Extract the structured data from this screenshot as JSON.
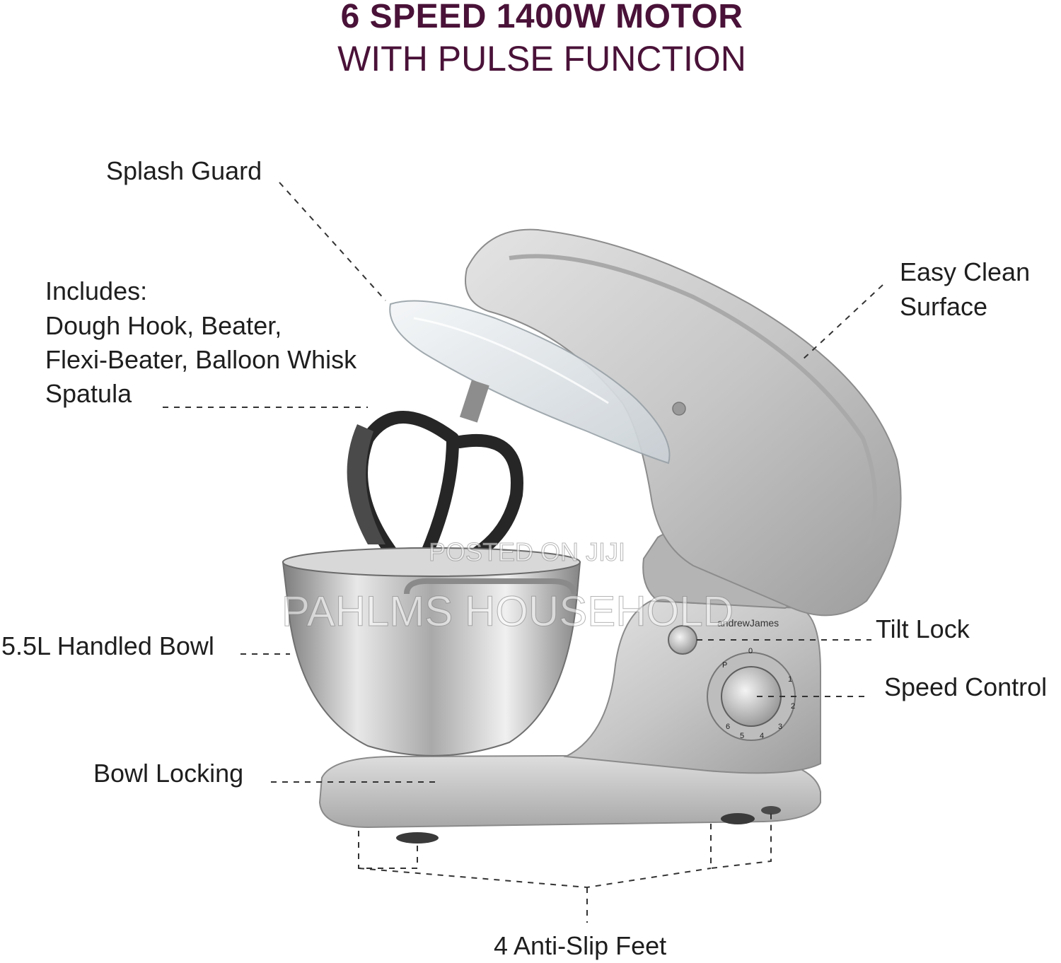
{
  "header": {
    "line1": "6 SPEED 1400W MOTOR",
    "line2": "WITH PULSE FUNCTION",
    "color": "#4a1238"
  },
  "labels": {
    "splash_guard": "Splash Guard",
    "includes": [
      "Includes:",
      "Dough Hook, Beater,",
      "Flexi-Beater, Balloon Whisk",
      "Spatula"
    ],
    "easy_clean": [
      "Easy Clean",
      "Surface"
    ],
    "handled_bowl": "5.5L Handled Bowl",
    "tilt_lock": "Tilt Lock",
    "speed_control": "Speed Control",
    "bowl_locking": "Bowl Locking",
    "anti_slip_feet": "4 Anti-Slip Feet"
  },
  "product": {
    "brand": "andrewJames",
    "dial_marks": [
      "0",
      "1",
      "2",
      "3",
      "4",
      "5",
      "6",
      "P"
    ]
  },
  "watermarks": {
    "posted": "POSTED ON JIJI",
    "store": "PAHLMS HOUSEHOLD"
  },
  "colors": {
    "body_silver": "#c8c8c8",
    "body_shadow": "#9c9c9c",
    "steel": "#b9b9b9",
    "beater": "#2a2a2a",
    "line": "#333333"
  }
}
